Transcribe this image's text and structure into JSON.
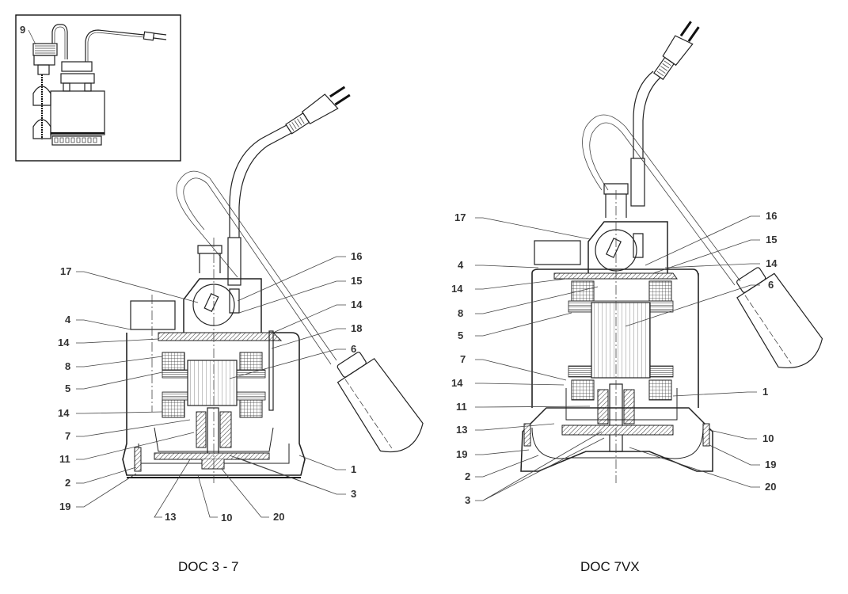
{
  "inset": {
    "label": "9",
    "description": "pump-with-float-switch-overview"
  },
  "figures": [
    {
      "id": "doc-3-7",
      "caption": "DOC 3 - 7",
      "callouts": {
        "left": [
          "17",
          "4",
          "14",
          "8",
          "5",
          "14",
          "7",
          "11",
          "2",
          "19"
        ],
        "right": [
          "16",
          "15",
          "14",
          "18",
          "6",
          "1",
          "3"
        ],
        "bottom": [
          "13",
          "10",
          "20"
        ]
      }
    },
    {
      "id": "doc-7vx",
      "caption": "DOC 7VX",
      "callouts": {
        "left": [
          "17",
          "4",
          "14",
          "8",
          "5",
          "7",
          "14",
          "11",
          "13",
          "19",
          "2",
          "3"
        ],
        "right": [
          "16",
          "15",
          "14",
          "6",
          "1",
          "10",
          "19",
          "20"
        ]
      }
    }
  ]
}
